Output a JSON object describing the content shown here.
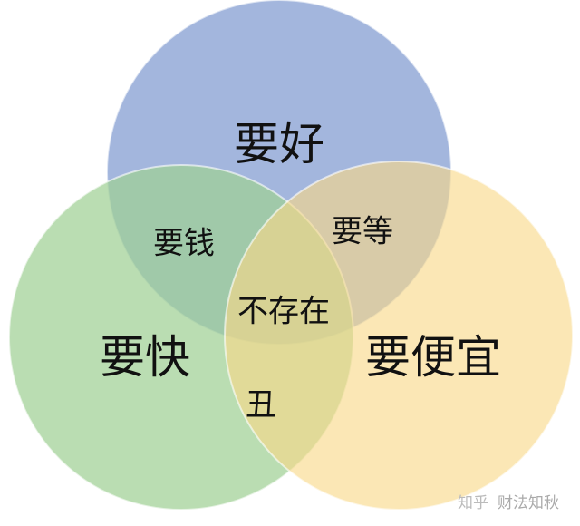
{
  "circles": [
    {
      "label": "要好",
      "color": "#8fa6d6"
    },
    {
      "label": "要快",
      "color": "#9fd094"
    },
    {
      "label": "要便宜",
      "color": "#f8d887"
    }
  ],
  "intersections": {
    "good_fast": "要钱",
    "good_cheap": "要等",
    "all_three": "不存在",
    "fast_cheap": "丑"
  },
  "watermark": {
    "logo": "知乎",
    "text": "财法知秋"
  }
}
